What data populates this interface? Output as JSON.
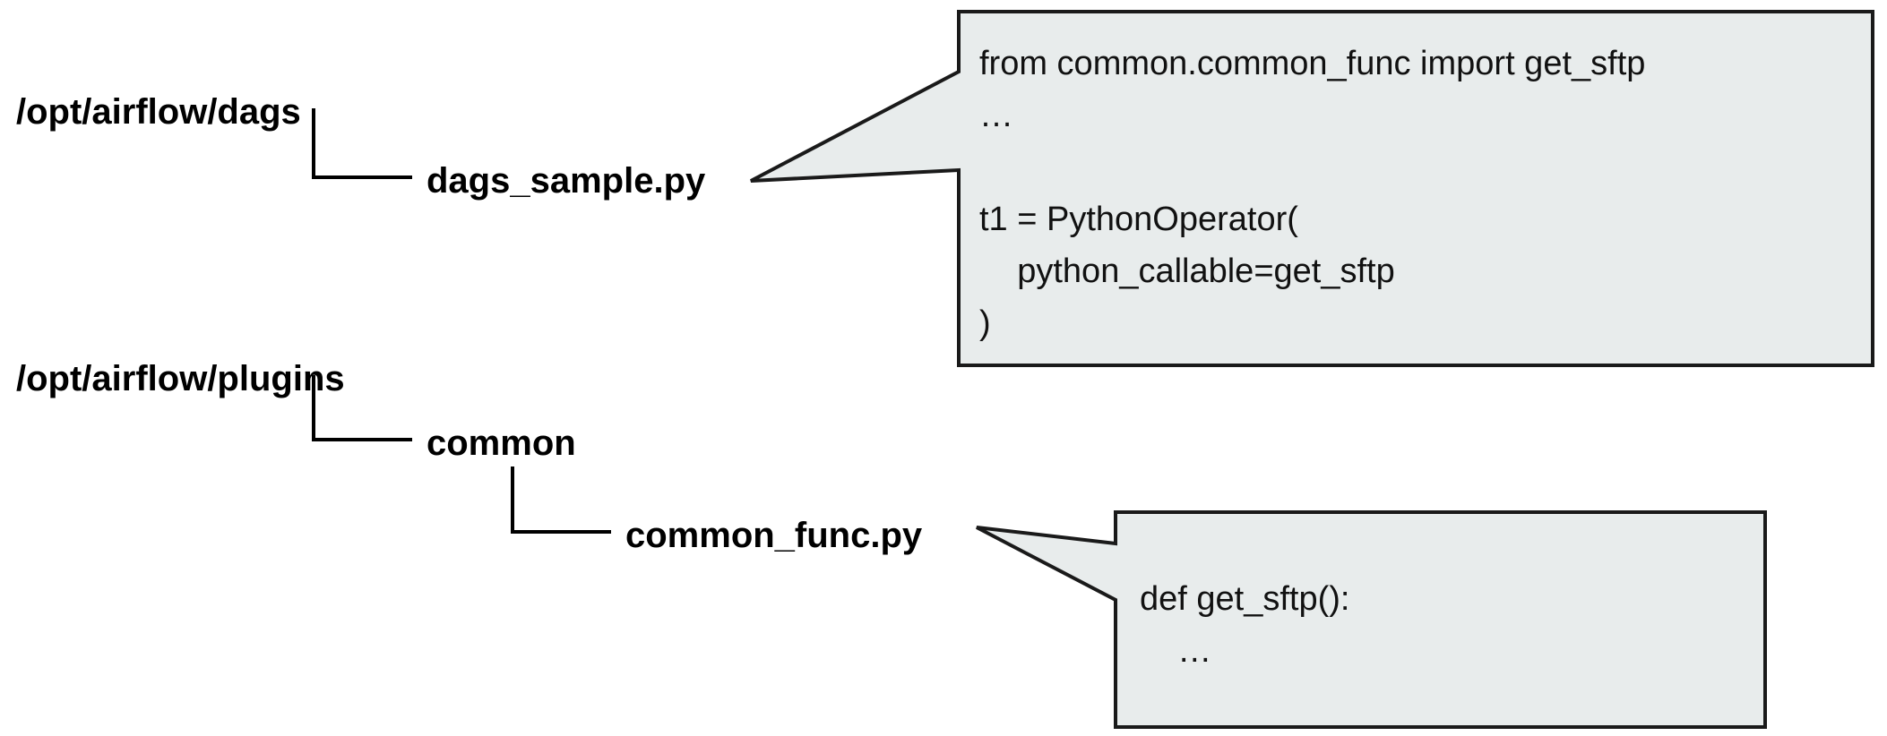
{
  "diagram": {
    "title": "Airflow DAG and plugin directory layout",
    "background_color": "#ffffff",
    "line_color": "#000000",
    "callout_fill": "#e8ecec",
    "callout_border": "#1a1a1a"
  },
  "trees": [
    {
      "root": "/opt/airflow/dags",
      "children": [
        {
          "label": "dags_sample.py"
        }
      ]
    },
    {
      "root": "/opt/airflow/plugins",
      "children": [
        {
          "label": "common"
        },
        {
          "label": "common_func.py"
        }
      ]
    }
  ],
  "callouts": [
    {
      "id": "dags-sample-callout",
      "source": "dags_sample.py",
      "lines": [
        "from common.common_func import get_sftp",
        "…",
        "",
        "t1 = PythonOperator(",
        "    python_callable=get_sftp",
        ")"
      ]
    },
    {
      "id": "common-func-callout",
      "source": "common_func.py",
      "lines": [
        "def get_sftp():",
        "    …"
      ]
    }
  ]
}
